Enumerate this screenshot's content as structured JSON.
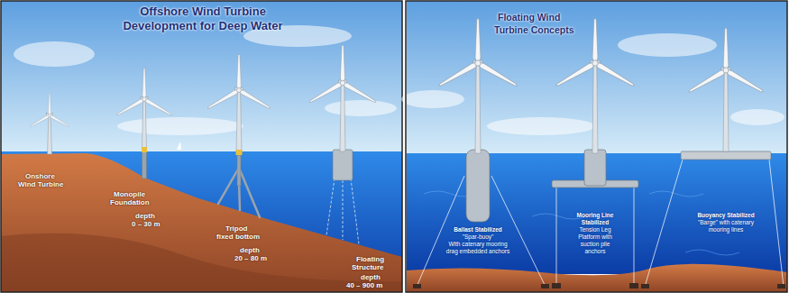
{
  "diagram": {
    "labels": [
      "Offshore Wind Turbine",
      "Development for Deep Water",
      "Onshore",
      "Wind Turbine",
      "Monopile",
      "Foundation",
      "depth",
      "0 – 30 m",
      "Tripod",
      "fixed bottom",
      "depth",
      "20 – 80 m",
      "Floating",
      "Structure",
      "depth",
      "40 – 900 m",
      "Floating Wind",
      "Turbine Concepts",
      "Ballast Stabilized",
      "\"Spar-buoy\"",
      "With catenary mooring",
      "drag embedded anchors",
      "Mooring Line",
      "Stabilized",
      "Tension Leg",
      "Platform with",
      "suction pile",
      "anchors",
      "Buoyancy Stabilized",
      "\"Barge\" with catenary",
      "mooring lines"
    ]
  }
}
